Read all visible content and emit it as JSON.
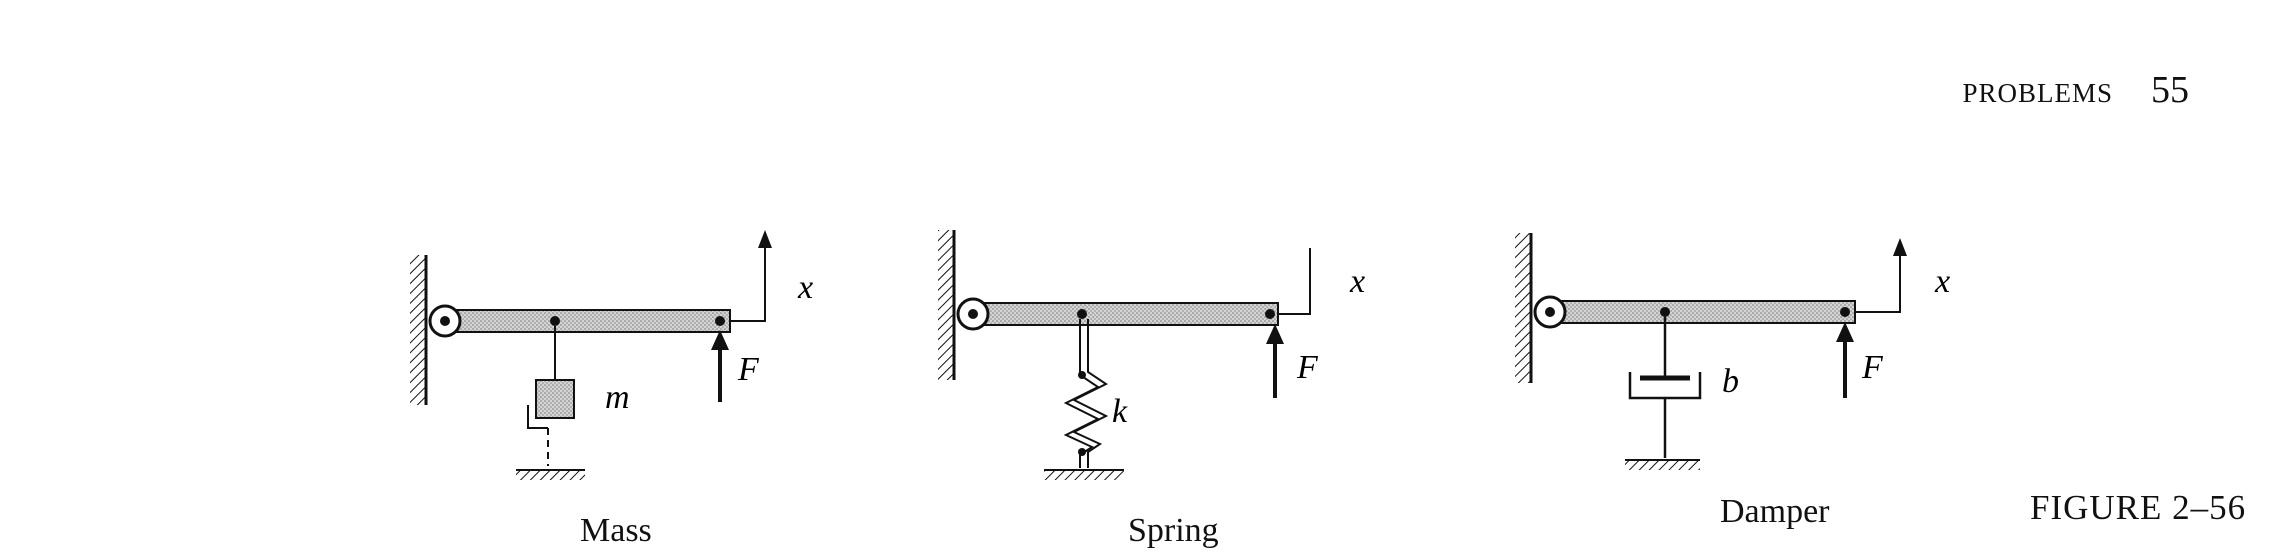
{
  "header": {
    "section": "PROBLEMS",
    "page_number": "55"
  },
  "figure_label": "FIGURE 2–56",
  "panels": [
    {
      "caption": "Mass",
      "symbol": "m",
      "displacement": "x",
      "force": "F"
    },
    {
      "caption": "Spring",
      "symbol": "k",
      "displacement": "x",
      "force": "F"
    },
    {
      "caption": "Damper",
      "symbol": "b",
      "displacement": "x",
      "force": "F"
    }
  ],
  "colors": {
    "ink": "#111111",
    "beam_fill": "#c9c9c9"
  }
}
